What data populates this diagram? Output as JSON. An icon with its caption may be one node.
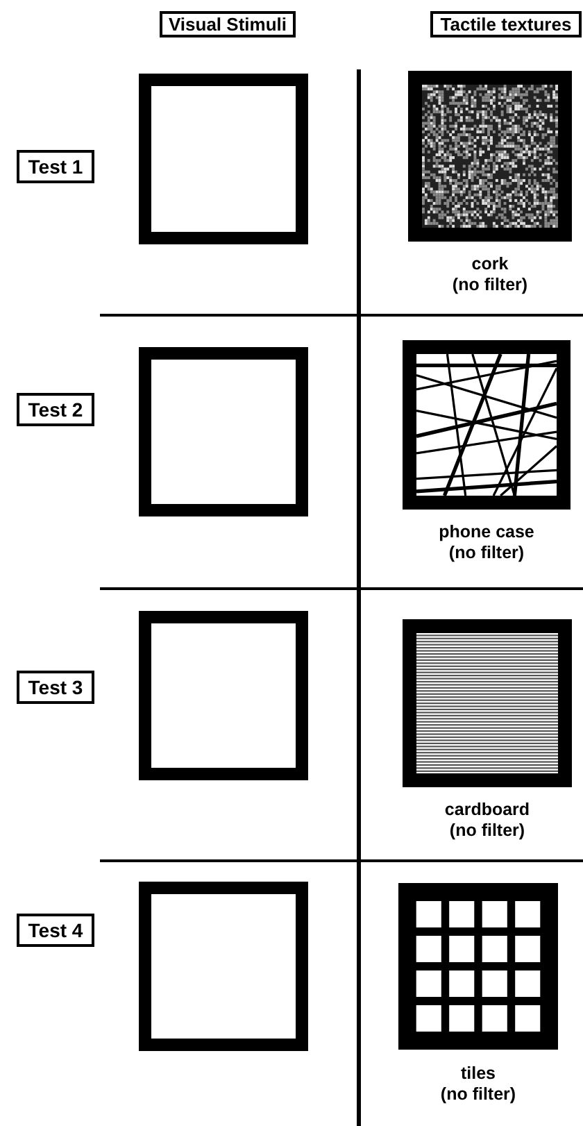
{
  "diagram": {
    "nodes": [
      {
        "text": [
          "Visual Stimuli"
        ]
      },
      {
        "text": [
          "Tactile textures"
        ]
      },
      {
        "text": [
          "Test 1"
        ]
      },
      {
        "text": [],
        "shape": "box"
      },
      {
        "text": [],
        "shape": "picture",
        "beside": [
          "cork (no filter)"
        ]
      },
      {
        "text": [
          "Test 2"
        ]
      },
      {
        "text": [],
        "shape": "box"
      },
      {
        "text": [],
        "shape": "picture",
        "beside": [
          "phone case (no filter)"
        ]
      },
      {
        "text": [
          "Test 3"
        ]
      },
      {
        "text": [],
        "shape": "box"
      },
      {
        "text": [],
        "shape": "picture",
        "beside": [
          "cardboard (no filter)"
        ]
      },
      {
        "text": [
          "Test 4"
        ]
      },
      {
        "text": [],
        "shape": "box"
      },
      {
        "text": [],
        "shape": "picture",
        "beside": [
          "tiles (no filter)"
        ]
      }
    ]
  }
}
